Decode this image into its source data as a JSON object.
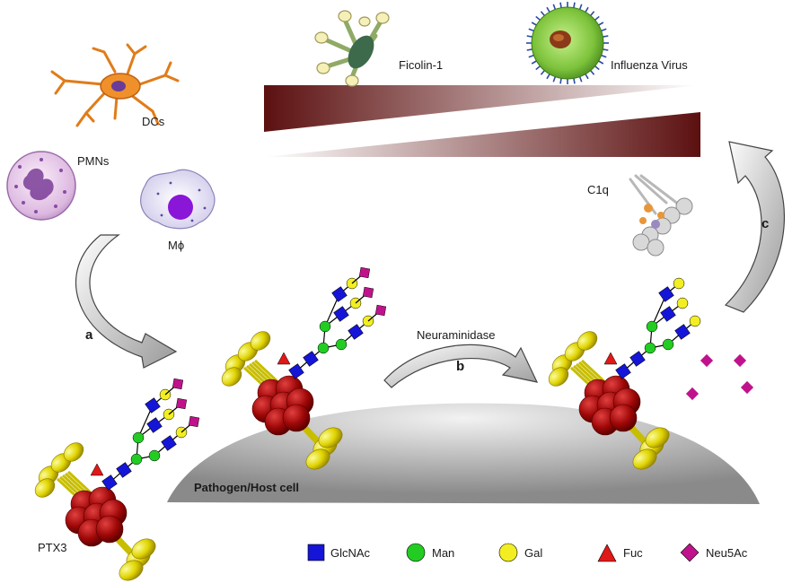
{
  "labels": {
    "dcs": "DCs",
    "pmns": "PMNs",
    "macrophage": "Mϕ",
    "ficolin": "Ficolin-1",
    "influenza": "Influenza Virus",
    "c1q": "C1q",
    "neuraminidase": "Neuraminidase",
    "a": "a",
    "b": "b",
    "c": "c",
    "surface": "Pathogen/Host cell",
    "ptx3": "PTX3"
  },
  "legend": [
    {
      "shape": "square",
      "color": "#1515d8",
      "label": "GlcNAc"
    },
    {
      "shape": "circle",
      "color": "#22cc22",
      "label": "Man"
    },
    {
      "shape": "circle",
      "color": "#f2ee22",
      "label": "Gal"
    },
    {
      "shape": "triangle",
      "color": "#e01818",
      "label": "Fuc"
    },
    {
      "shape": "diamond",
      "color": "#c0128c",
      "label": "Neu5Ac"
    }
  ],
  "colors": {
    "wedge": "#6b1a1a",
    "ptx3_core": "#b00a0a",
    "ptx3_arm": "#e6dd10",
    "surface": "#a0a0a0"
  }
}
